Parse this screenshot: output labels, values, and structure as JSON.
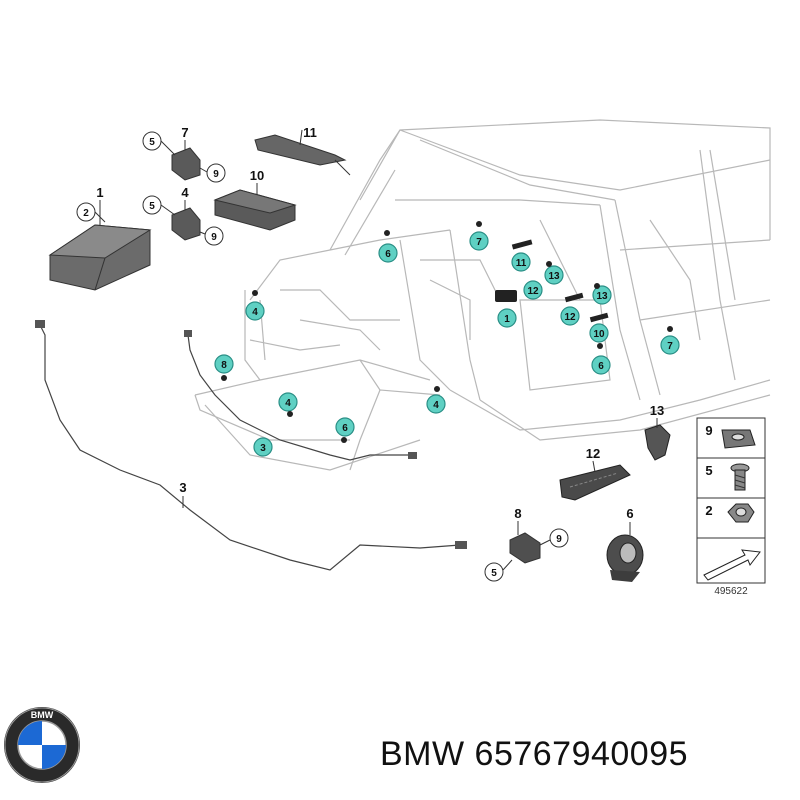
{
  "footer": {
    "brand": "BMW",
    "part_number": "65767940095",
    "text": "BMW 65767940095"
  },
  "logo": {
    "lettering": "BMW"
  },
  "diagram": {
    "id": "495622",
    "part_labels": [
      "1",
      "2",
      "3",
      "4",
      "5",
      "6",
      "7",
      "8",
      "9",
      "10",
      "11",
      "12",
      "13"
    ],
    "legend": [
      "9",
      "5",
      "2"
    ],
    "callouts": [
      {
        "label": "6"
      },
      {
        "label": "7"
      },
      {
        "label": "11"
      },
      {
        "label": "13"
      },
      {
        "label": "12"
      },
      {
        "label": "1"
      },
      {
        "label": "4"
      },
      {
        "label": "8"
      },
      {
        "label": "4"
      },
      {
        "label": "6"
      },
      {
        "label": "3"
      },
      {
        "label": "4"
      },
      {
        "label": "12"
      },
      {
        "label": "13"
      },
      {
        "label": "10"
      },
      {
        "label": "6"
      },
      {
        "label": "7"
      }
    ]
  },
  "colors": {
    "callout_fill": "#5fd0c3",
    "callout_stroke": "#2a8f86",
    "body_line": "#b8b8b8"
  }
}
